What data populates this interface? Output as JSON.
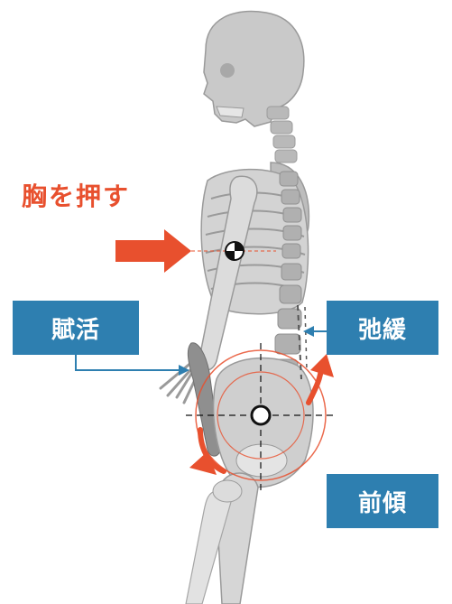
{
  "diagram": {
    "action_label": "胸を押す",
    "labels": {
      "activation": "賦活",
      "relaxation": "弛緩",
      "anterior_tilt": "前傾"
    },
    "colors": {
      "accent_red": "#e8502e",
      "label_blue": "#2e7fb0",
      "bone_fill": "#c9c9c9",
      "bone_stroke": "#9a9a9a"
    }
  }
}
